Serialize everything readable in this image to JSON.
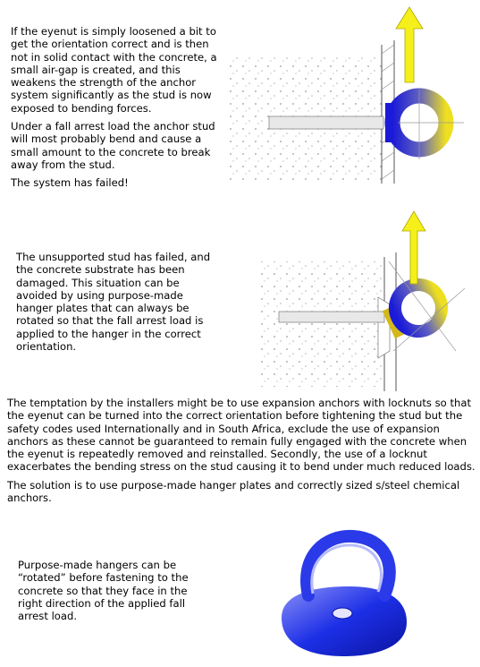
{
  "section1": {
    "para1": "If the eyenut is simply loosened a bit to get the orientation correct and is then not in solid contact with the concrete, a small air-gap is created, and this weakens the strength of the anchor system significantly as the stud is now exposed to bending forces.",
    "para2": "Under a fall arrest load the anchor stud will most probably bend and cause a small amount to the concrete to break away from the stud.",
    "para3": "The system has failed!"
  },
  "section2": {
    "para1": "The unsupported stud has failed, and the concrete substrate has been damaged. This situation can be avoided by using purpose-made hanger plates that can always be rotated so that the fall arrest load is applied to the hanger in the correct orientation."
  },
  "section3": {
    "para1": "The temptation by the installers might be to use expansion anchors with locknuts so that the eyenut can be turned into the correct orientation before tightening the stud but the safety codes used Internationally and in South Africa, exclude the use of expansion anchors as these cannot be guaranteed to remain fully engaged with the concrete when the eyenut is repeatedly removed and reinstalled.  Secondly, the use of a locknut exacerbates the bending stress on the stud causing it to bend under much reduced loads.",
    "para2": "The solution is to use purpose-made hanger plates and correctly sized s/steel chemical anchors."
  },
  "section4": {
    "para1": "Purpose-made hangers can be “rotated” before fastening to the concrete so that they face in the right direction of the applied fall arrest load."
  },
  "colors": {
    "arrow_yellow": "#f5ef1a",
    "ring_blue": "#1a1ad8",
    "ring_yellow": "#e8e020",
    "hanger_blue": "#1d2fe6"
  },
  "icons": [
    "up-arrow-icon",
    "eyenut-icon",
    "concrete-wall-icon",
    "stud-icon",
    "hanger-plate-icon"
  ]
}
